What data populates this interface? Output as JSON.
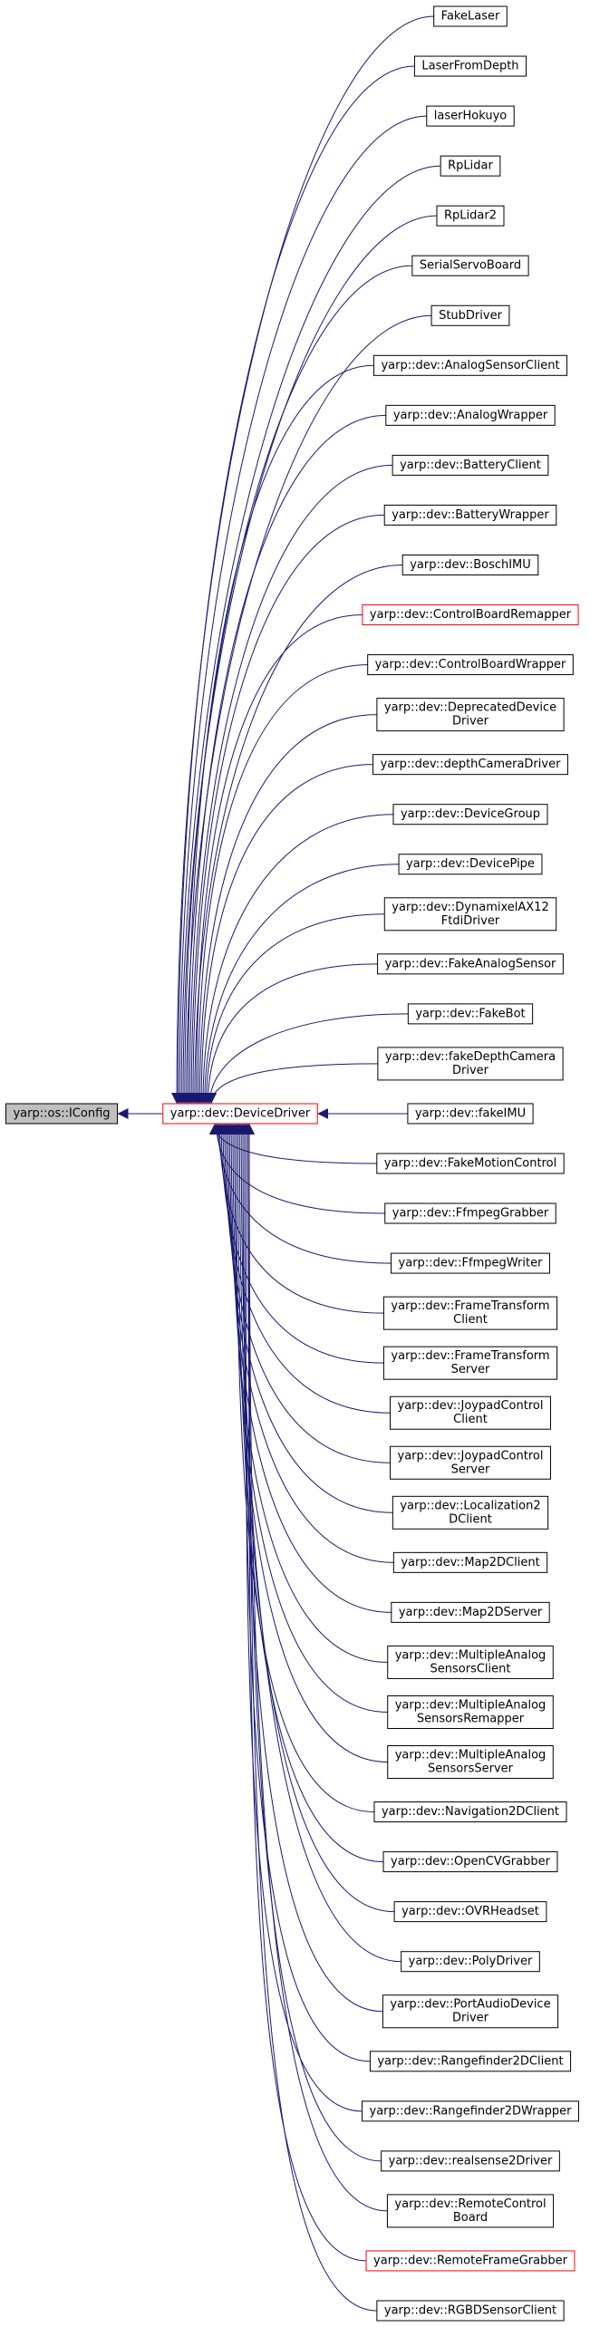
{
  "colors": {
    "edge": "#191970",
    "node_border": "#000000",
    "highlight_border": "#ff0000",
    "root_fill": "#bfbfbf",
    "node_fill": "#ffffff"
  },
  "root": {
    "label": "yarp::os::IConfig"
  },
  "center": {
    "label": "yarp::dev::DeviceDriver"
  },
  "children": [
    {
      "lines": [
        "FakeLaser"
      ]
    },
    {
      "lines": [
        "LaserFromDepth"
      ]
    },
    {
      "lines": [
        "laserHokuyo"
      ]
    },
    {
      "lines": [
        "RpLidar"
      ]
    },
    {
      "lines": [
        "RpLidar2"
      ]
    },
    {
      "lines": [
        "SerialServoBoard"
      ]
    },
    {
      "lines": [
        "StubDriver"
      ]
    },
    {
      "lines": [
        "yarp::dev::AnalogSensorClient"
      ]
    },
    {
      "lines": [
        "yarp::dev::AnalogWrapper"
      ]
    },
    {
      "lines": [
        "yarp::dev::BatteryClient"
      ]
    },
    {
      "lines": [
        "yarp::dev::BatteryWrapper"
      ]
    },
    {
      "lines": [
        "yarp::dev::BoschIMU"
      ]
    },
    {
      "lines": [
        "yarp::dev::ControlBoardRemapper"
      ],
      "highlight": true
    },
    {
      "lines": [
        "yarp::dev::ControlBoardWrapper"
      ]
    },
    {
      "lines": [
        "yarp::dev::DeprecatedDevice",
        "Driver"
      ]
    },
    {
      "lines": [
        "yarp::dev::depthCameraDriver"
      ]
    },
    {
      "lines": [
        "yarp::dev::DeviceGroup"
      ]
    },
    {
      "lines": [
        "yarp::dev::DevicePipe"
      ]
    },
    {
      "lines": [
        "yarp::dev::DynamixelAX12",
        "FtdiDriver"
      ]
    },
    {
      "lines": [
        "yarp::dev::FakeAnalogSensor"
      ]
    },
    {
      "lines": [
        "yarp::dev::FakeBot"
      ]
    },
    {
      "lines": [
        "yarp::dev::fakeDepthCamera",
        "Driver"
      ]
    },
    {
      "lines": [
        "yarp::dev::fakeIMU"
      ]
    },
    {
      "lines": [
        "yarp::dev::FakeMotionControl"
      ]
    },
    {
      "lines": [
        "yarp::dev::FfmpegGrabber"
      ]
    },
    {
      "lines": [
        "yarp::dev::FfmpegWriter"
      ]
    },
    {
      "lines": [
        "yarp::dev::FrameTransform",
        "Client"
      ]
    },
    {
      "lines": [
        "yarp::dev::FrameTransform",
        "Server"
      ]
    },
    {
      "lines": [
        "yarp::dev::JoypadControl",
        "Client"
      ]
    },
    {
      "lines": [
        "yarp::dev::JoypadControl",
        "Server"
      ]
    },
    {
      "lines": [
        "yarp::dev::Localization2",
        "DClient"
      ]
    },
    {
      "lines": [
        "yarp::dev::Map2DClient"
      ]
    },
    {
      "lines": [
        "yarp::dev::Map2DServer"
      ]
    },
    {
      "lines": [
        "yarp::dev::MultipleAnalog",
        "SensorsClient"
      ]
    },
    {
      "lines": [
        "yarp::dev::MultipleAnalog",
        "SensorsRemapper"
      ]
    },
    {
      "lines": [
        "yarp::dev::MultipleAnalog",
        "SensorsServer"
      ]
    },
    {
      "lines": [
        "yarp::dev::Navigation2DClient"
      ]
    },
    {
      "lines": [
        "yarp::dev::OpenCVGrabber"
      ]
    },
    {
      "lines": [
        "yarp::dev::OVRHeadset"
      ]
    },
    {
      "lines": [
        "yarp::dev::PolyDriver"
      ]
    },
    {
      "lines": [
        "yarp::dev::PortAudioDevice",
        "Driver"
      ]
    },
    {
      "lines": [
        "yarp::dev::Rangefinder2DClient"
      ]
    },
    {
      "lines": [
        "yarp::dev::Rangefinder2DWrapper"
      ]
    },
    {
      "lines": [
        "yarp::dev::realsense2Driver"
      ]
    },
    {
      "lines": [
        "yarp::dev::RemoteControl",
        "Board"
      ]
    },
    {
      "lines": [
        "yarp::dev::RemoteFrameGrabber"
      ],
      "highlight": true
    },
    {
      "lines": [
        "yarp::dev::RGBDSensorClient"
      ]
    }
  ]
}
